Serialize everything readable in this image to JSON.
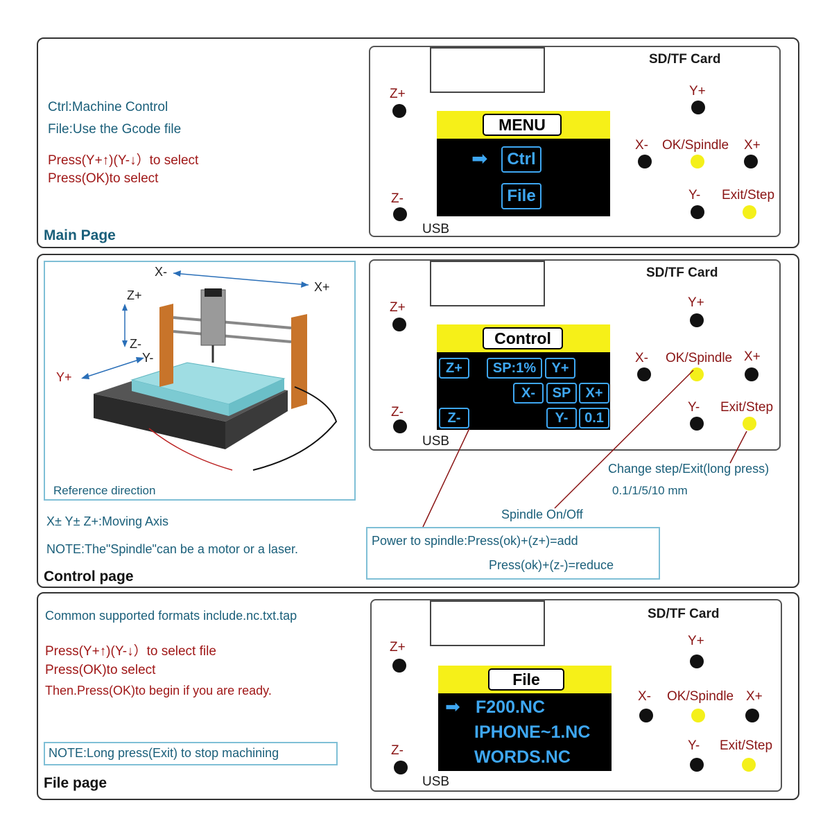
{
  "common": {
    "sd_label": "SD/TF Card",
    "usb_label": "USB",
    "z_plus": "Z+",
    "z_minus": "Z-",
    "y_plus": "Y+",
    "y_minus": "Y-",
    "x_minus": "X-",
    "x_plus": "X+",
    "ok_spindle": "OK/Spindle",
    "exit_step": "Exit/Step"
  },
  "main": {
    "line1": "Ctrl:Machine Control",
    "line2": "File:Use the Gcode file",
    "line3": "Press(Y+↑)(Y-↓）to select",
    "line4": "Press(OK)to select",
    "page_title": "Main Page",
    "screen_title": "MENU",
    "item_ctrl": "Ctrl",
    "item_file": "File",
    "arrow": "➡"
  },
  "control": {
    "axis_x_minus": "X-",
    "axis_x_plus": "X+",
    "axis_z_plus": "Z+",
    "axis_z_minus": "Z-",
    "axis_y_minus": "Y-",
    "axis_y_plus": "Y+",
    "reference": "Reference direction",
    "moving_axis": "X± Y± Z+:Moving Axis",
    "note": "NOTE:The\"Spindle\"can be a motor or a laser.",
    "page_title": "Control page",
    "screen_title": "Control",
    "btn_zp": "Z+",
    "btn_sp1": "SP:1%",
    "btn_yp": "Y+",
    "btn_xm": "X-",
    "btn_sp": "SP",
    "btn_xp": "X+",
    "btn_zm": "Z-",
    "btn_ym": "Y-",
    "btn_step": "0.1",
    "change_step": "Change step/Exit(long press)",
    "step_values": "0.1/1/5/10 mm",
    "spindle_onoff": "Spindle On/Off",
    "power_line1": "Power to spindle:Press(ok)+(z+)=add",
    "power_line2": "Press(ok)+(z-)=reduce"
  },
  "file": {
    "formats": "Common supported formats include.nc.txt.tap",
    "line1": "Press(Y+↑)(Y-↓）to select file",
    "line2": "Press(OK)to select",
    "line3": "Then.Press(OK)to begin if you are ready.",
    "note": "NOTE:Long press(Exit) to stop machining",
    "page_title": "File page",
    "screen_title": "File",
    "arrow": "➡",
    "files": [
      "F200.NC",
      "IPHONE~1.NC",
      "WORDS.NC"
    ]
  }
}
